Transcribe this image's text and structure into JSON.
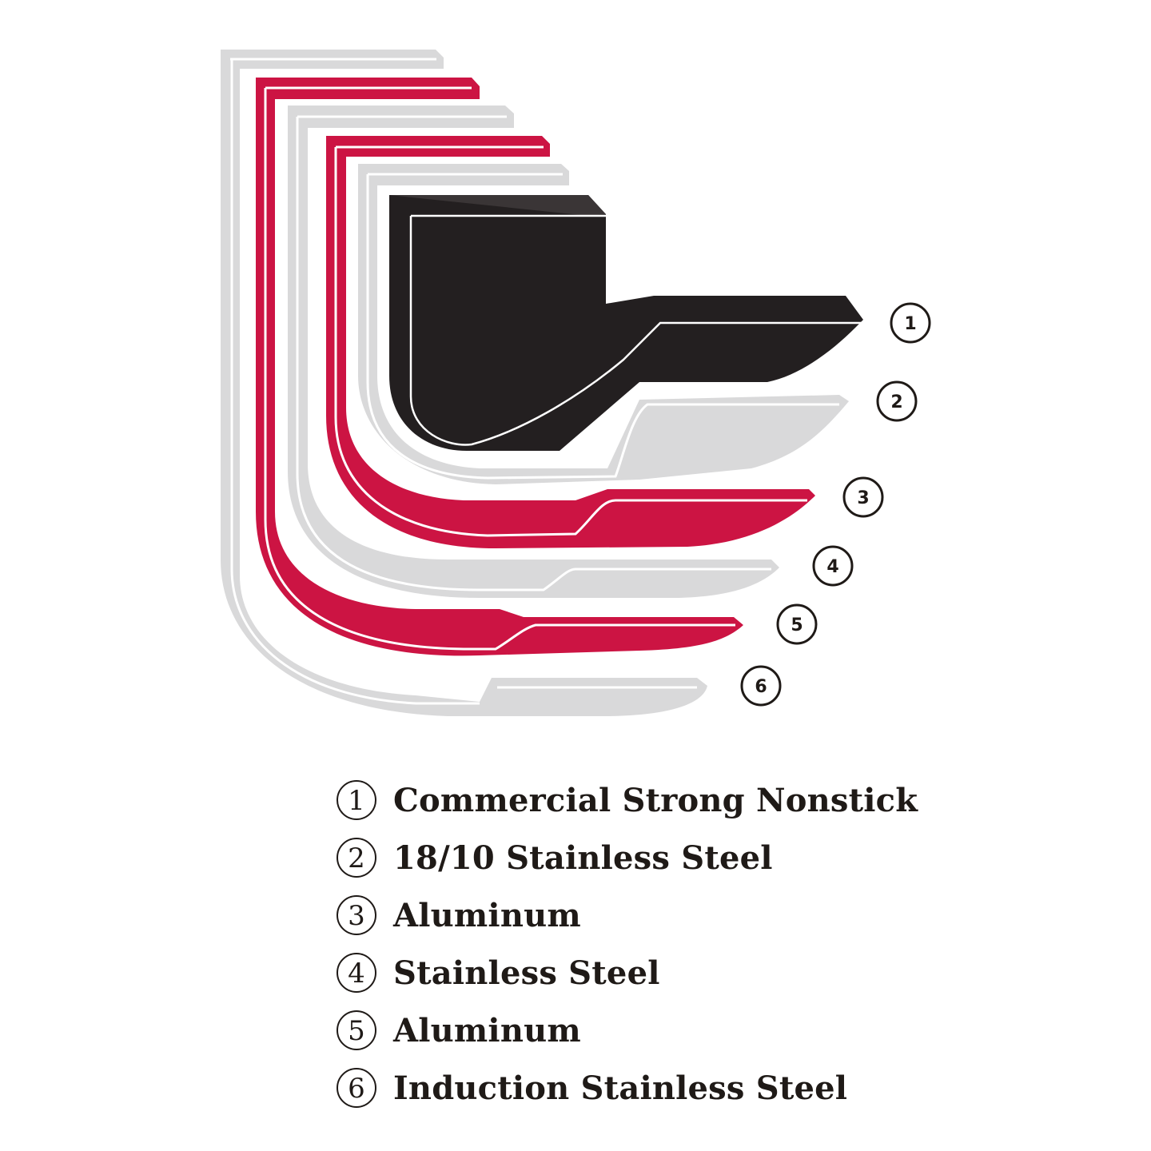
{
  "colors": {
    "nonstick": "#231f20",
    "steel": "#d9d9da",
    "aluminum": "#cc1443",
    "outline": "#1f1a17",
    "background": "#ffffff"
  },
  "callouts": [
    "1",
    "2",
    "3",
    "4",
    "5",
    "6"
  ],
  "legend": [
    {
      "number": "1",
      "label": "Commercial Strong Nonstick"
    },
    {
      "number": "2",
      "label": "18/10 Stainless Steel"
    },
    {
      "number": "3",
      "label": "Aluminum"
    },
    {
      "number": "4",
      "label": "Stainless Steel"
    },
    {
      "number": "5",
      "label": "Aluminum"
    },
    {
      "number": "6",
      "label": "Induction Stainless Steel"
    }
  ]
}
